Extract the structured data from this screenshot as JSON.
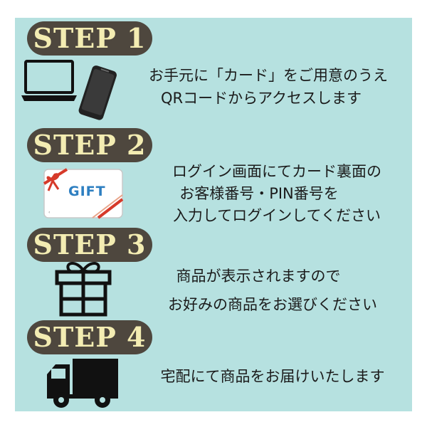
{
  "steps": [
    {
      "label": "STEP 1",
      "lines": [
        "お手元に「カード」をご用意のうえ",
        "QRコードからアクセスします"
      ],
      "icon": "laptop-phone-icon"
    },
    {
      "label": "STEP 2",
      "lines": [
        "ログイン画面にてカード裏面の",
        "お客様番号・PIN番号を",
        "入力してログインしてください"
      ],
      "icon": "gift-card-icon",
      "card_text": "GIFT"
    },
    {
      "label": "STEP 3",
      "lines": [
        "商品が表示されますので",
        "お好みの商品をお選びください"
      ],
      "icon": "gift-box-icon"
    },
    {
      "label": "STEP 4",
      "lines": [
        "宅配にて商品をお届けいたします"
      ],
      "icon": "delivery-truck-icon"
    }
  ],
  "colors": {
    "background": "#b6e1e0",
    "pill": "#4e473e",
    "pill_text": "#f3ecb2",
    "card_text": "#2e7fc1",
    "ribbon": "#d63a2a"
  }
}
